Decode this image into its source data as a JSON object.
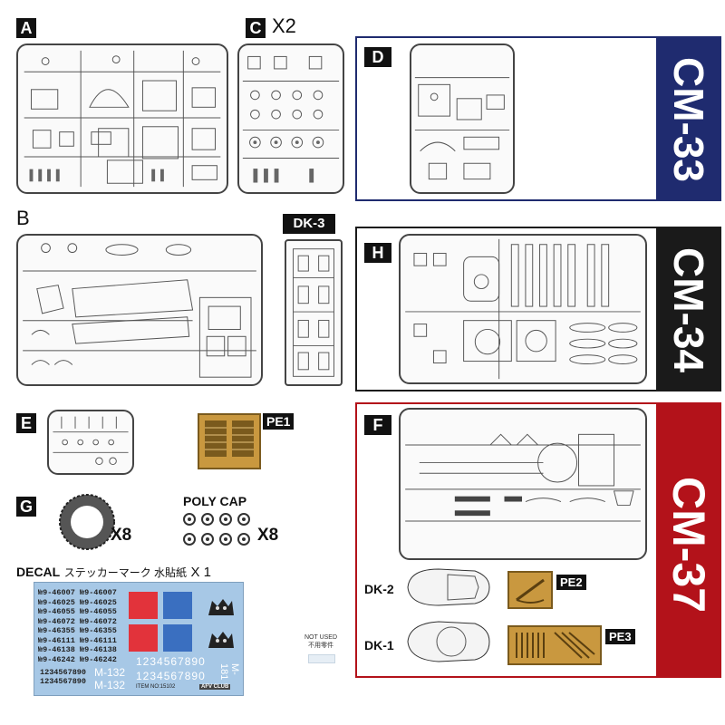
{
  "sprues": {
    "a": {
      "tag": "A"
    },
    "b": {
      "tag": "B"
    },
    "c": {
      "tag": "C",
      "qty": "X2"
    },
    "d": {
      "tag": "D"
    },
    "dk3": {
      "tag": "DK-3"
    },
    "e": {
      "tag": "E"
    },
    "f": {
      "tag": "F"
    },
    "g": {
      "tag": "G",
      "qty": "X8"
    },
    "h": {
      "tag": "H"
    }
  },
  "sets": [
    {
      "code": "CM-33",
      "color": "#1f2b6f"
    },
    {
      "code": "CM-34",
      "color": "#1a1a1a"
    },
    {
      "code": "CM-37",
      "color": "#b3121a"
    }
  ],
  "photo_etch": {
    "pe1": "PE1",
    "pe2": "PE2",
    "pe3": "PE3"
  },
  "clear_parts": {
    "dk2": "DK-2",
    "dk1": "DK-1"
  },
  "poly_cap": {
    "label": "POLY CAP",
    "qty": "X8"
  },
  "decal": {
    "title": "DECAL",
    "subtitle": "ステッカーマーク 水貼紙",
    "qty": "X 1",
    "left_col": [
      "9-46007",
      "9-46025",
      "9-46055",
      "9-46072",
      "9-46355",
      "9-46111",
      "9-46138",
      "9-46242"
    ],
    "right_col": [
      "9-46007",
      "9-46025",
      "9-46055",
      "9-46072",
      "9-46355",
      "9-46111",
      "9-46138",
      "9-46242"
    ],
    "digits": "1234567890",
    "mark_a": "M-132",
    "mark_b": "M-181",
    "item_code": "ITEM NO:15102",
    "brand": "AFV CLUB"
  },
  "not_used": {
    "en": "NOT USED",
    "zh": "不用零件"
  }
}
